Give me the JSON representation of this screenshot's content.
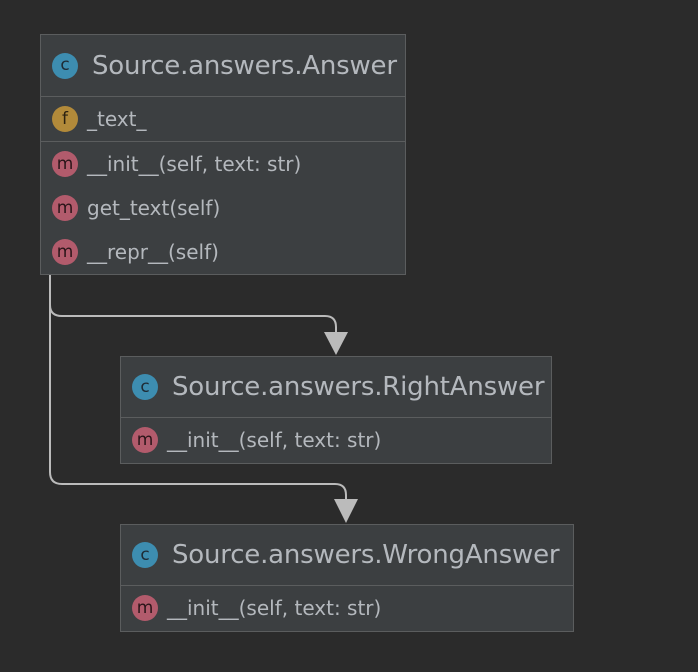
{
  "classes": {
    "answer": {
      "badge": "c",
      "title": "Source.answers.Answer",
      "fields": [
        {
          "badge": "f",
          "text": "_text_"
        }
      ],
      "methods": [
        {
          "badge": "m",
          "text": "__init__(self, text: str)"
        },
        {
          "badge": "m",
          "text": "get_text(self)"
        },
        {
          "badge": "m",
          "text": "__repr__(self)"
        }
      ]
    },
    "right_answer": {
      "badge": "c",
      "title": "Source.answers.RightAnswer",
      "methods": [
        {
          "badge": "m",
          "text": "__init__(self, text: str)"
        }
      ]
    },
    "wrong_answer": {
      "badge": "c",
      "title": "Source.answers.WrongAnswer",
      "methods": [
        {
          "badge": "m",
          "text": "__init__(self, text: str)"
        }
      ]
    }
  },
  "colors": {
    "background": "#2b2b2b",
    "class_fill": "#3c3f41",
    "class_badge": "#3d8db0",
    "field_badge": "#b28a3a",
    "method_badge": "#b25b6c",
    "edge": "#bbbbbb"
  },
  "relations": [
    {
      "from": "Source.answers.Answer",
      "to": "Source.answers.RightAnswer"
    },
    {
      "from": "Source.answers.Answer",
      "to": "Source.answers.WrongAnswer"
    }
  ]
}
